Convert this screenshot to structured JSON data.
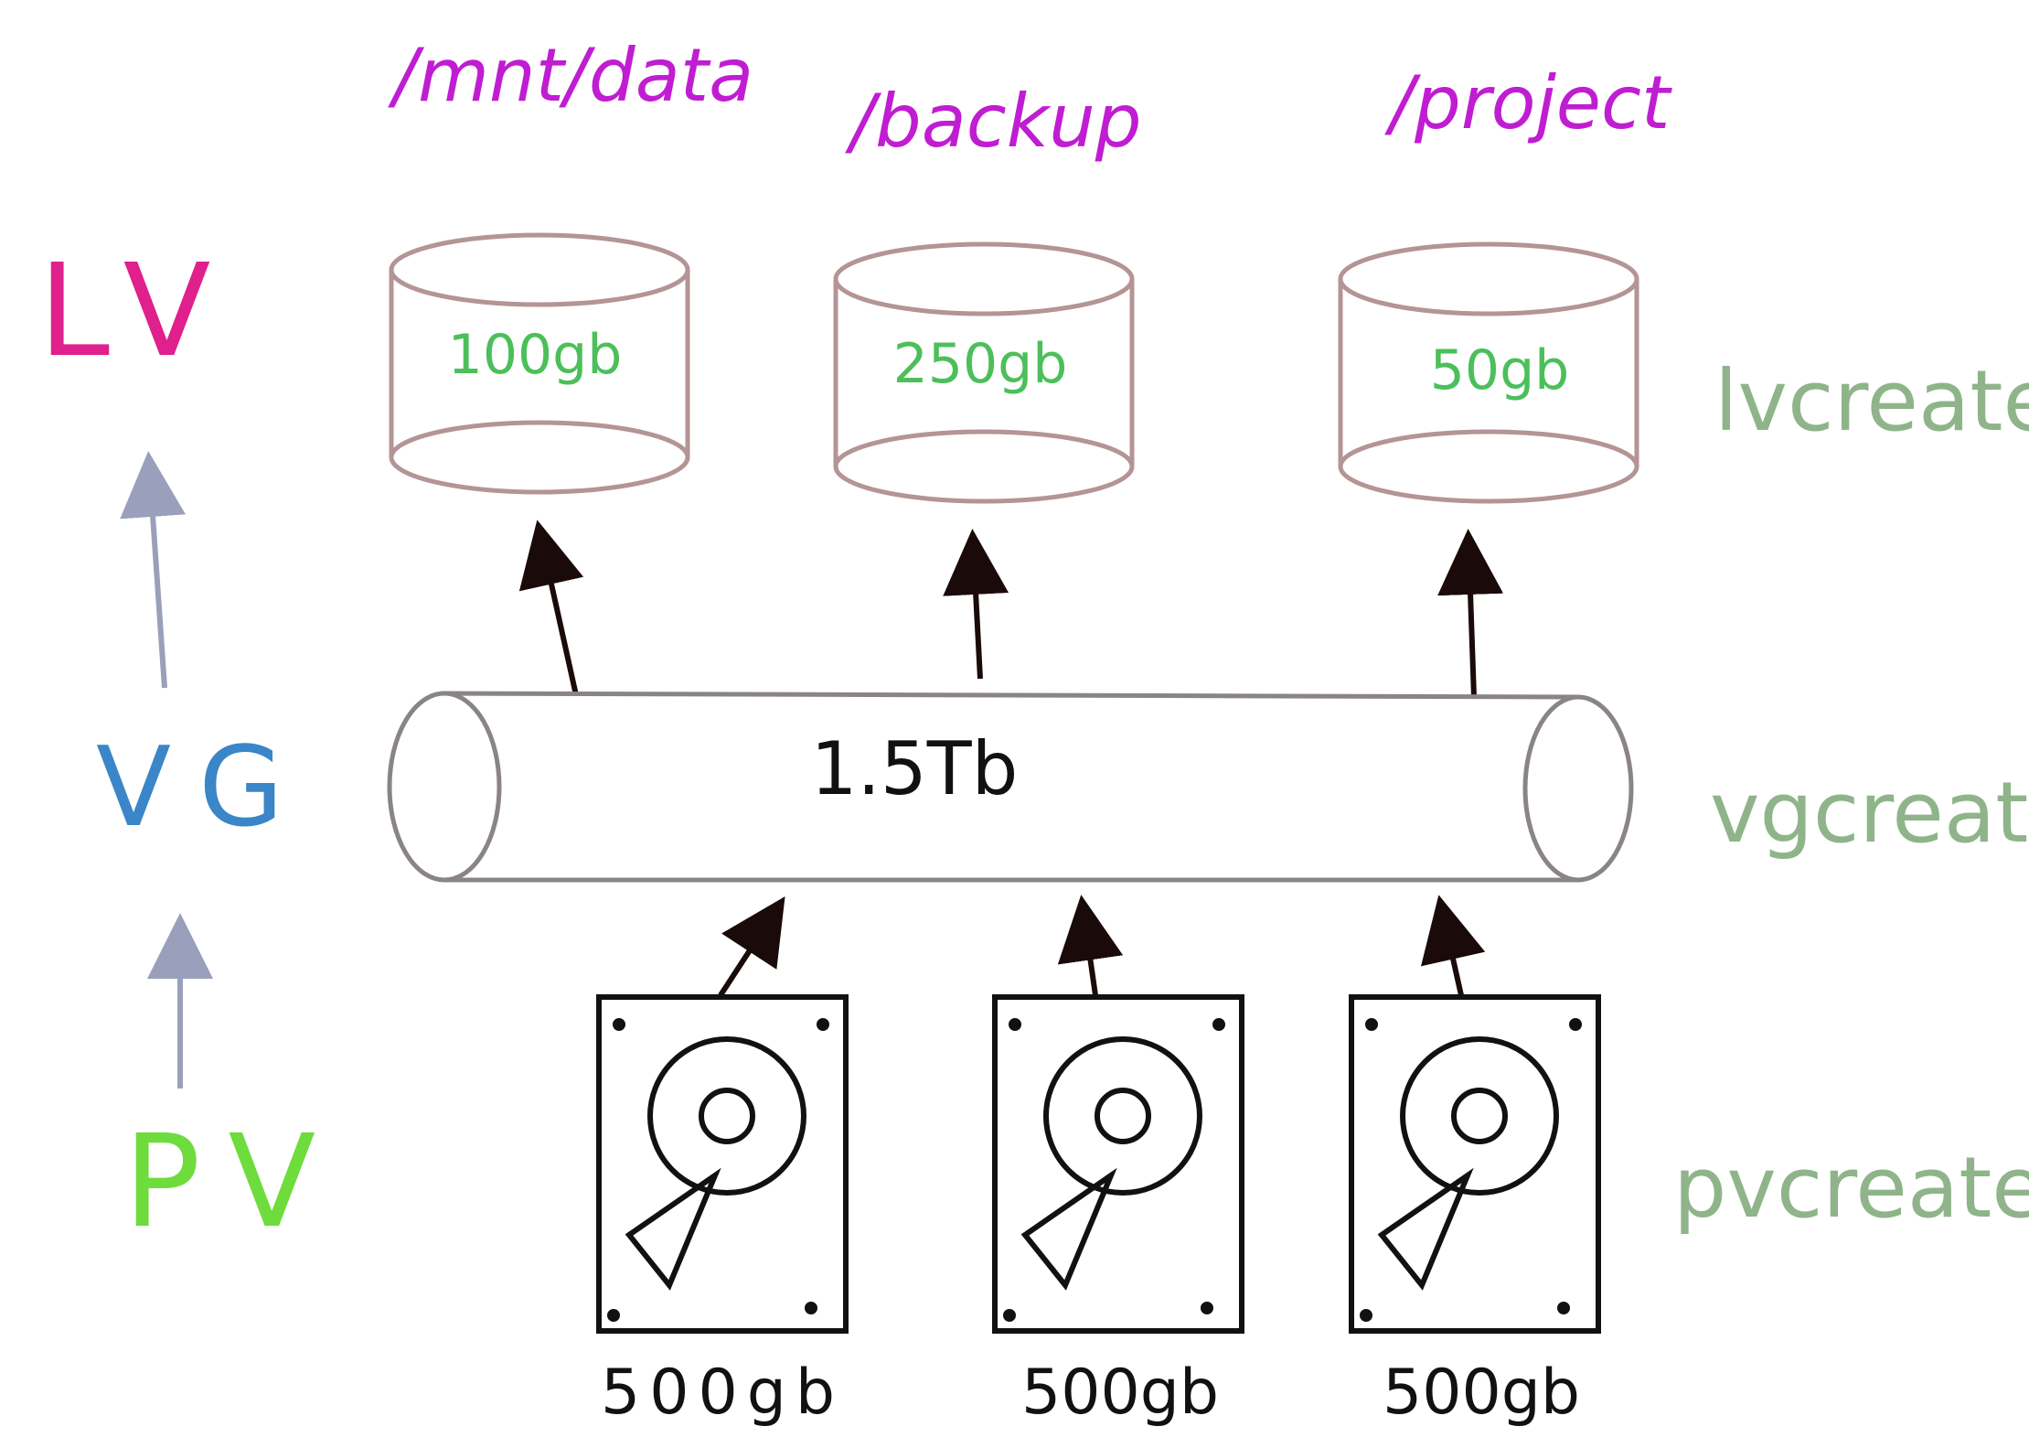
{
  "levels": {
    "lv": {
      "label": "LV",
      "color": "#e0208c"
    },
    "vg": {
      "label": "VG",
      "color": "#3a86c8"
    },
    "pv": {
      "label": "PV",
      "color": "#6edc3c"
    },
    "level_arrow_color": "#9aa0bb"
  },
  "commands": {
    "lvcreate": "lvcreate",
    "vgcreate": "vgcreate",
    "pvcreate": "pvcreate",
    "color": "#8fb48a"
  },
  "logical_volumes": [
    {
      "mount": "/mnt/data",
      "size": "100gb"
    },
    {
      "mount": "/backup",
      "size": "250gb"
    },
    {
      "mount": "/project",
      "size": "50gb"
    }
  ],
  "volume_group": {
    "size": "1.5Tb"
  },
  "physical_volumes": [
    {
      "size": "500gb"
    },
    {
      "size": "500gb"
    },
    {
      "size": "500gb"
    }
  ],
  "colors": {
    "mount_text": "#c01dd2",
    "lv_size_text": "#4cbf5a",
    "lv_outline": "#b49494",
    "vg_outline": "#8a8484",
    "arrow": "#1a0a0a",
    "ink": "#111111"
  }
}
